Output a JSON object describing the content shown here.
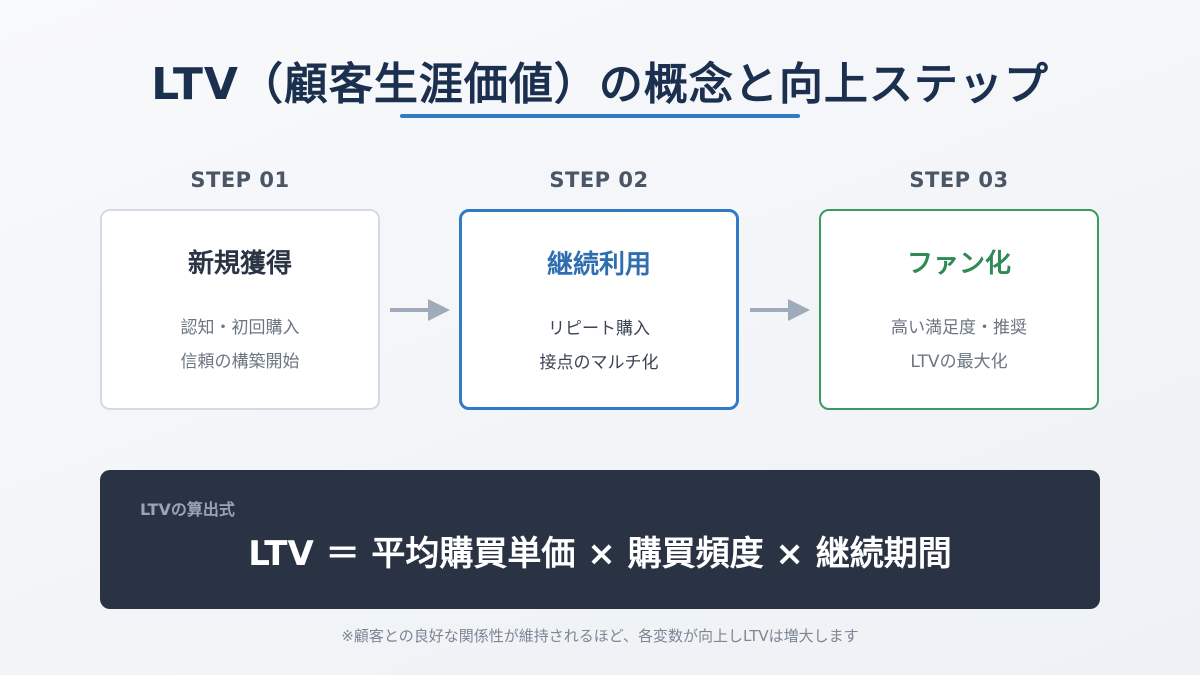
{
  "page": {
    "title": "LTV（顧客生涯価値）の概念と向上ステップ",
    "footnote": "※顧客との良好な関係性が維持されるほど、各変数が向上しLTVは増大します"
  },
  "steps": [
    {
      "label": "STEP 01",
      "title": "新規獲得",
      "lines": [
        "認知・初回購入",
        "信頼の構築開始"
      ]
    },
    {
      "label": "STEP 02",
      "title": "継続利用",
      "lines": [
        "リピート購入",
        "接点のマルチ化"
      ]
    },
    {
      "label": "STEP 03",
      "title": "ファン化",
      "lines": [
        "高い満足度・推奨",
        "LTVの最大化"
      ]
    }
  ],
  "formula": {
    "label": "LTVの算出式",
    "text": "LTV ＝ 平均購買単価 × 購買頻度 × 継続期間"
  },
  "colors": {
    "accent_blue": "#2f7bc8",
    "accent_green": "#3a9a64",
    "dark_panel": "#2a3344",
    "arrow": "#a0abb9"
  }
}
